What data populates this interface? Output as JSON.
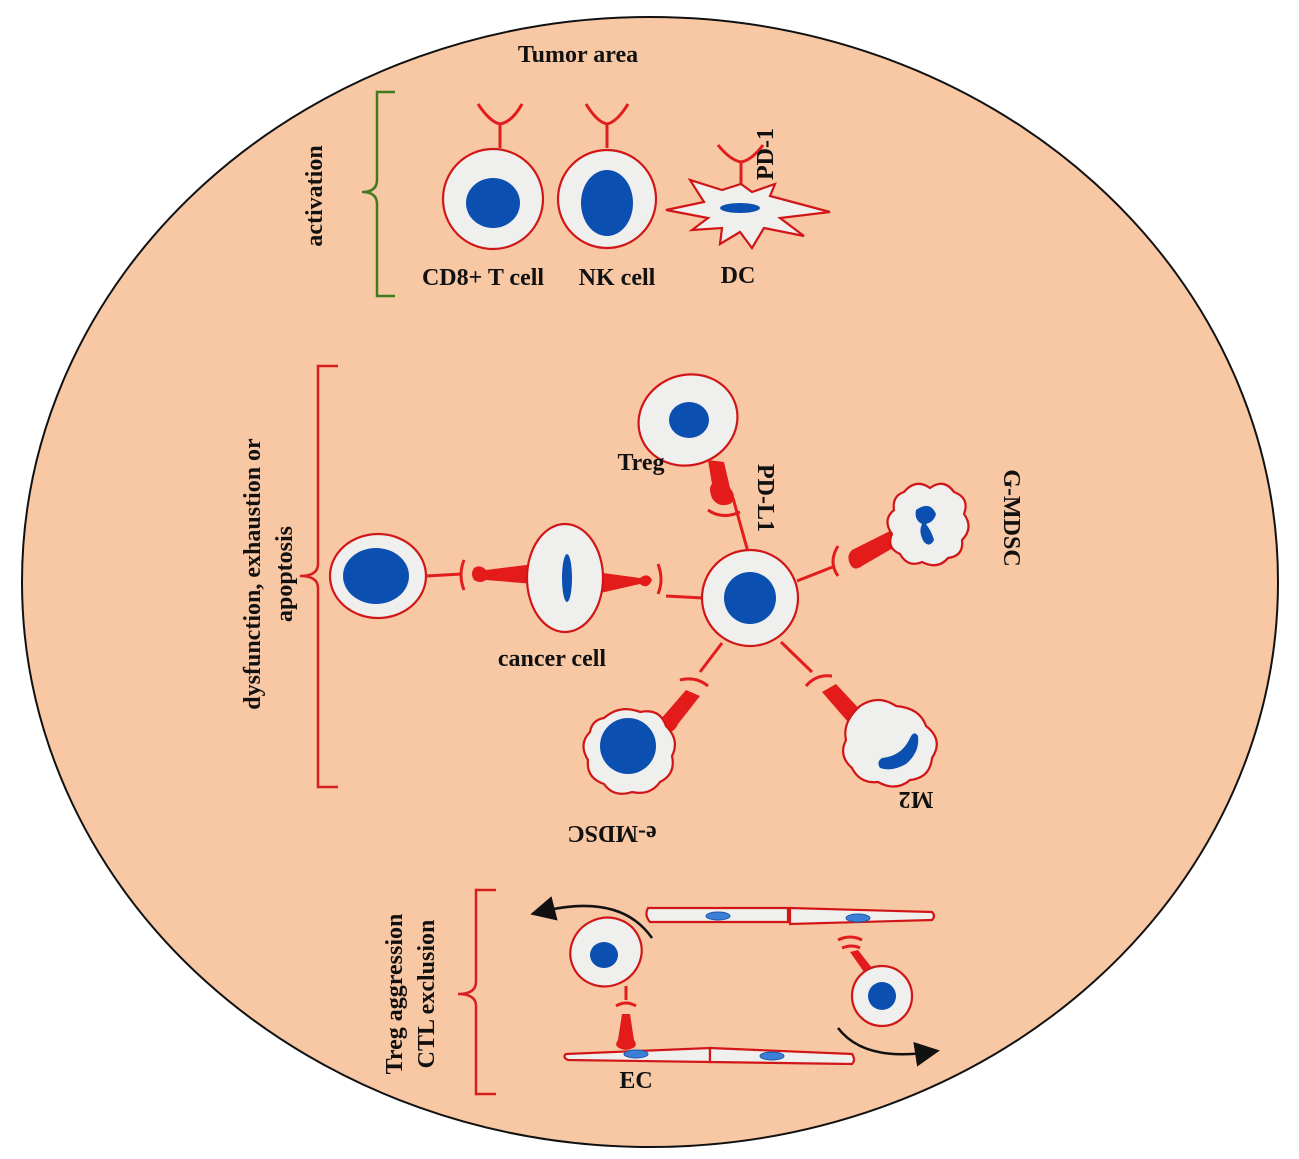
{
  "title": "Tumor area",
  "colors": {
    "background_area": "#f8c7a4",
    "cell_fill": "#efefee",
    "cell_outline": "#d01616",
    "nucleus": "#0b4fb0",
    "receptor": "#e31b1b",
    "bracket_activation": "#3f7a1f",
    "bracket_other": "#d61f1f"
  },
  "sections": {
    "activation": {
      "label": "activation",
      "cells": {
        "cd8": "CD8+ T cell",
        "nk": "NK cell",
        "dc": "DC",
        "pd1": "PD-1"
      }
    },
    "dysfunction": {
      "label_line1": "dysfunction, exhaustion or",
      "label_line2": "apoptosis",
      "cells": {
        "treg": "Treg",
        "pdl1": "PD-L1",
        "gmdsc": "G-MDSC",
        "cancer": "cancer cell",
        "m2": "M2",
        "emdsc": "e-MDSC"
      }
    },
    "exclusion": {
      "label_line1": "Treg aggression",
      "label_line2": "CTL exclusion",
      "ec": "EC"
    }
  }
}
